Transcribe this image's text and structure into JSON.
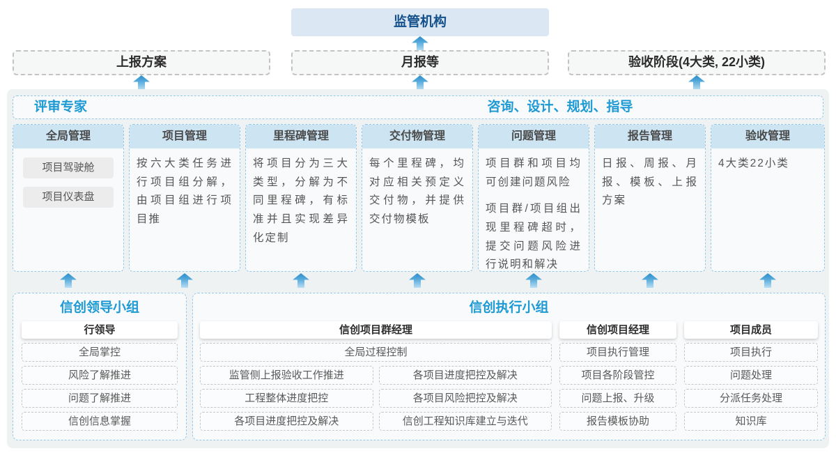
{
  "top_box": {
    "label": "监管机构"
  },
  "report_row": [
    {
      "label": "上报方案"
    },
    {
      "label": "月报等"
    },
    {
      "label": "验收阶段(4大类, 22小类)"
    }
  ],
  "expert_bar": {
    "left_label": "评审专家",
    "right_label": "咨询、设计、规划、指导"
  },
  "columns": [
    {
      "title": "全局管理",
      "pills": [
        "项目驾驶舱",
        "项目仪表盘"
      ]
    },
    {
      "title": "项目管理",
      "text": "按六大类任务进行项目组分解，由项目组进行项目推"
    },
    {
      "title": "里程碑管理",
      "text": "将项目分为三大类型，分解为不同里程碑，有标准并且实现差异化定制"
    },
    {
      "title": "交付物管理",
      "text": "每个里程碑，均对应相关预定义交付物，并提供交付物模板"
    },
    {
      "title": "问题管理",
      "text": "项目群和项目均可创建问题风险",
      "text2": "项目群/项目组出现里程碑超时，提交问题风险进行说明和解决"
    },
    {
      "title": "报告管理",
      "text": "日报、周报、月报、模板、上报方案"
    },
    {
      "title": "验收管理",
      "text": "4大类22小类"
    }
  ],
  "leader_group": {
    "title": "信创领导小组",
    "role": "行领导",
    "items": [
      "全局掌控",
      "风险了解推进",
      "问题了解推进",
      "信创信息掌握"
    ]
  },
  "exec_group": {
    "title": "信创执行小组",
    "pm_group": {
      "role": "信创项目群经理",
      "wide_item": "全局过程控制",
      "left_items": [
        "监管侧上报验收工作推进",
        "工程整体进度把控",
        "各项目进度把控及解决"
      ],
      "right_items": [
        "各项目进度把控及解决",
        "各项目风险把控及解决",
        "信创工程知识库建立与迭代"
      ]
    },
    "pm": {
      "role": "信创项目经理",
      "items": [
        "项目执行管理",
        "项目各阶段管控",
        "问题上报、升级",
        "报告模板协助"
      ]
    },
    "members": {
      "role": "项目成员",
      "items": [
        "项目执行",
        "问题处理",
        "分派任务处理",
        "知识库"
      ]
    }
  },
  "icons": {
    "arrow_up": "up-arrow"
  },
  "colors": {
    "brand_blue": "#1d9ad3",
    "dark_blue": "#14508c",
    "top_box_bg": "#dbe7f3",
    "panel_bg": "#eff2f3",
    "column_header_bg": "#cde4f2",
    "dashed_blue_border": "#93c8e8",
    "arrow_blue_top": "#2c8dca",
    "arrow_blue_bottom": "#b9def3"
  }
}
